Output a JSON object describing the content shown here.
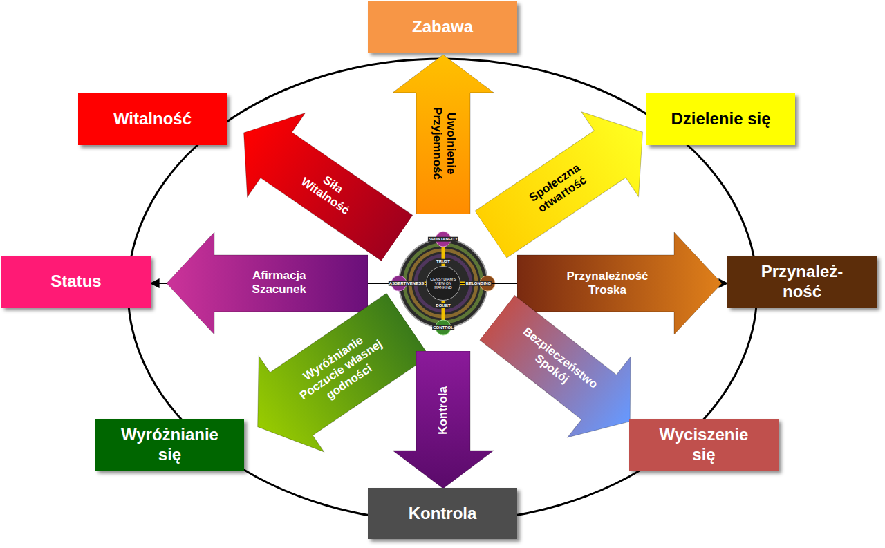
{
  "diagram": {
    "nodes": [
      {
        "text": [
          "Zabawa"
        ]
      },
      {
        "text": [
          "Witalność"
        ]
      },
      {
        "text": [
          "Dzielenie się"
        ]
      },
      {
        "text": [
          "Uwolnienie",
          "Przyjemność"
        ]
      },
      {
        "text": [
          "Siła",
          "Witalność"
        ]
      },
      {
        "text": [
          "Społeczna otwartość"
        ]
      },
      {
        "text": [
          "Status"
        ]
      },
      {
        "text": [
          "Afirmacja",
          "Szacunek"
        ]
      },
      {
        "text": [
          "CENSYDIAM'S VIEW ON MANKIND"
        ]
      },
      {
        "text": [
          "Przynależność",
          "Troska"
        ]
      },
      {
        "text": [
          "Przynależ- ność"
        ]
      },
      {
        "text": [
          "Wyróżnianie",
          "Poczucie własnej godności"
        ]
      },
      {
        "text": [
          "Kontrola"
        ]
      },
      {
        "text": [
          "Bezpieczeństwo",
          "Spokój"
        ]
      },
      {
        "text": [
          "Wyróżnianie się"
        ]
      },
      {
        "text": [
          "Wyciszenie się"
        ]
      },
      {
        "text": [
          "Kontrola"
        ]
      }
    ],
    "edges": [
      {
        "from": 8,
        "to": 6,
        "arrow": "to"
      },
      {
        "from": 8,
        "to": 10,
        "arrow": "to"
      }
    ],
    "labels": [
      "SPONTANEITY",
      "BELONGING",
      "CONTROL",
      "ASSERTIVENESS",
      "TRUST",
      "DOUBT"
    ]
  }
}
